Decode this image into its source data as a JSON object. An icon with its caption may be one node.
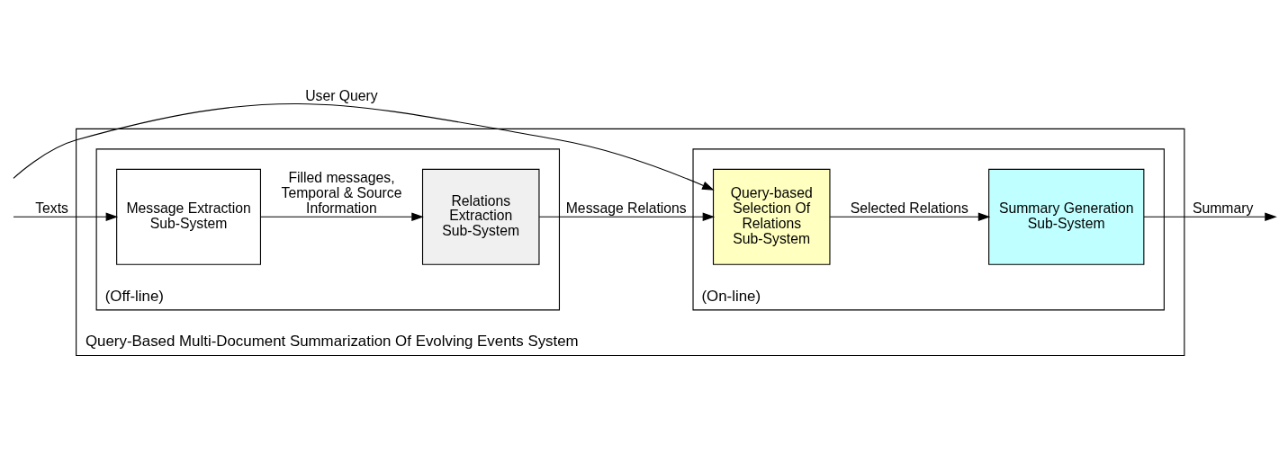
{
  "diagram": {
    "nodes": [
      {
        "text": [
          "Query-Based Multi-Document Summarization Of Evolving Events System"
        ]
      },
      {
        "text": [
          "(Off-line)"
        ],
        "in": 0
      },
      {
        "text": [
          "Message Extraction Sub-System"
        ],
        "in": 1
      },
      {
        "text": [
          "Relations Extraction Sub-System"
        ],
        "in": 1
      },
      {
        "text": [
          "(On-line)"
        ],
        "in": 0
      },
      {
        "text": [
          "Query-based Selection Of Relations Sub-System"
        ],
        "in": 4
      },
      {
        "text": [
          "Summary Generation Sub-System"
        ],
        "in": 4
      }
    ],
    "edges": [
      {
        "from": null,
        "to": 2,
        "arrow": "to",
        "label": "Texts"
      },
      {
        "from": 2,
        "to": 3,
        "arrow": "to",
        "label": "Filled messages, Temporal & Source Information"
      },
      {
        "from": 3,
        "to": 5,
        "arrow": "to",
        "label": "Message Relations"
      },
      {
        "from": null,
        "to": 5,
        "arrow": "to",
        "label": "User Query"
      },
      {
        "from": 5,
        "to": 6,
        "arrow": "to",
        "label": "Selected Relations"
      },
      {
        "from": 6,
        "to": null,
        "arrow": "to",
        "label": "Summary"
      }
    ]
  }
}
